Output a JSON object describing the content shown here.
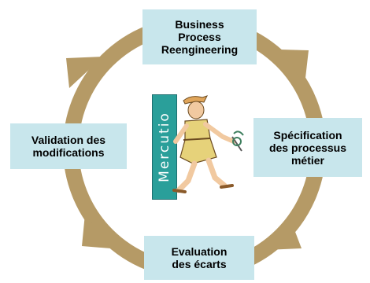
{
  "diagram": {
    "steps": [
      {
        "id": "top",
        "lines": [
          "Business",
          "Process",
          "Reengineering"
        ]
      },
      {
        "id": "right",
        "lines": [
          "Spécification",
          "des processus",
          "métier"
        ]
      },
      {
        "id": "bottom",
        "lines": [
          "Evaluation",
          "des écarts"
        ]
      },
      {
        "id": "left",
        "lines": [
          "Validation des",
          "modifications"
        ]
      }
    ],
    "logo": {
      "text": "Mercutio"
    },
    "colors": {
      "ring": "#b59a66",
      "box": "#c8e6ec",
      "logo": "#2a9f9a"
    }
  }
}
